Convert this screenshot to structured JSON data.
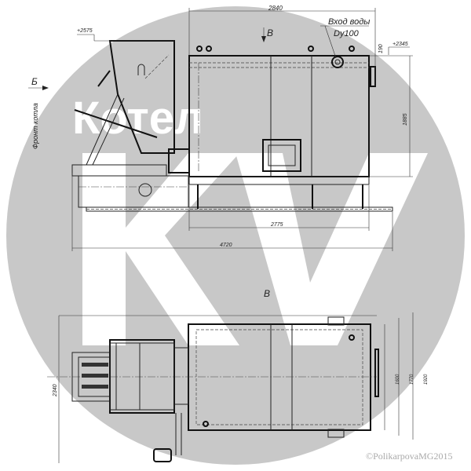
{
  "watermark": {
    "word": "Котел",
    "letters": "KV",
    "color": "#c8c8c8"
  },
  "side_view": {
    "dim_total_width_top": "2840",
    "level_hopper": "+2575",
    "level_outlet": "+2345",
    "dim_190": "190",
    "view_arrow_label": "B",
    "water_inlet_line1": "Вход воды",
    "water_inlet_line2": "Dy100",
    "front_arrow_label": "Б",
    "front_label": "Фронт котла",
    "dim_height": "1885",
    "dim_boiler_length": "2775",
    "dim_overall_length": "4720"
  },
  "plan_view": {
    "view_label": "B",
    "dim_overall_width": "2340",
    "dim_1600": "1600",
    "dim_1770": "1770",
    "dim_1920": "1920"
  },
  "copyright": "©PolikarpovaMG2015"
}
